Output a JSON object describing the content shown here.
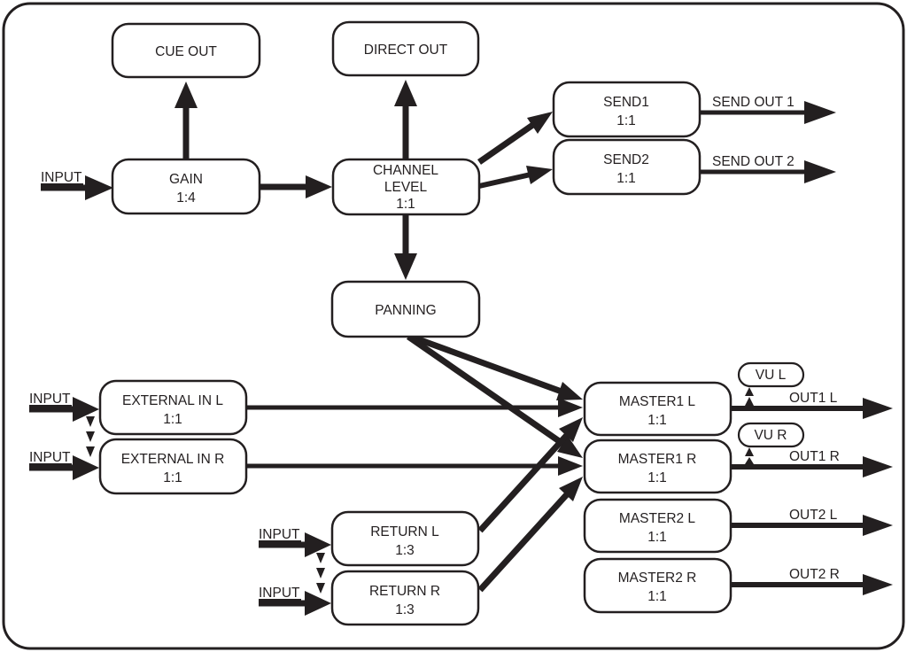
{
  "diagram": {
    "colors": {
      "ink": "#231f20",
      "box_fill": "#ffffff",
      "background": "#ffffff"
    },
    "nodes": {
      "cue_out": {
        "title": "CUE OUT"
      },
      "direct_out": {
        "title": "DIRECT OUT"
      },
      "gain": {
        "title": "GAIN",
        "ratio": "1:4"
      },
      "channel_level": {
        "title": "CHANNEL",
        "title2": "LEVEL",
        "ratio": "1:1"
      },
      "send1": {
        "title": "SEND1",
        "ratio": "1:1"
      },
      "send2": {
        "title": "SEND2",
        "ratio": "1:1"
      },
      "panning": {
        "title": "PANNING"
      },
      "external_in_l": {
        "title": "EXTERNAL IN L",
        "ratio": "1:1"
      },
      "external_in_r": {
        "title": "EXTERNAL IN R",
        "ratio": "1:1"
      },
      "return_l": {
        "title": "RETURN L",
        "ratio": "1:3"
      },
      "return_r": {
        "title": "RETURN R",
        "ratio": "1:3"
      },
      "master1_l": {
        "title": "MASTER1 L",
        "ratio": "1:1"
      },
      "master1_r": {
        "title": "MASTER1 R",
        "ratio": "1:1"
      },
      "master2_l": {
        "title": "MASTER2 L",
        "ratio": "1:1"
      },
      "master2_r": {
        "title": "MASTER2 R",
        "ratio": "1:1"
      },
      "vu_l": {
        "title": "VU L"
      },
      "vu_r": {
        "title": "VU R"
      }
    },
    "io_labels": {
      "input": "INPUT",
      "send_out_1": "SEND OUT 1",
      "send_out_2": "SEND OUT 2",
      "out1_l": "OUT1 L",
      "out1_r": "OUT1 R",
      "out2_l": "OUT2 L",
      "out2_r": "OUT2 R"
    },
    "connections": [
      {
        "from": "INPUT",
        "to": "GAIN"
      },
      {
        "from": "GAIN",
        "to": "CUE OUT"
      },
      {
        "from": "GAIN",
        "to": "CHANNEL LEVEL"
      },
      {
        "from": "CHANNEL LEVEL",
        "to": "DIRECT OUT"
      },
      {
        "from": "CHANNEL LEVEL",
        "to": "SEND1"
      },
      {
        "from": "CHANNEL LEVEL",
        "to": "SEND2"
      },
      {
        "from": "CHANNEL LEVEL",
        "to": "PANNING"
      },
      {
        "from": "SEND1",
        "to": "SEND OUT 1"
      },
      {
        "from": "SEND2",
        "to": "SEND OUT 2"
      },
      {
        "from": "INPUT",
        "to": "EXTERNAL IN L"
      },
      {
        "from": "INPUT",
        "to": "EXTERNAL IN R"
      },
      {
        "from": "INPUT",
        "to": "RETURN L"
      },
      {
        "from": "INPUT",
        "to": "RETURN R"
      },
      {
        "from": "PANNING",
        "to": "MASTER1 L"
      },
      {
        "from": "PANNING",
        "to": "MASTER1 R"
      },
      {
        "from": "EXTERNAL IN L",
        "to": "MASTER1 L"
      },
      {
        "from": "EXTERNAL IN R",
        "to": "MASTER1 R"
      },
      {
        "from": "RETURN L",
        "to": "MASTER1 L"
      },
      {
        "from": "RETURN R",
        "to": "MASTER1 R"
      },
      {
        "from": "MASTER1 L",
        "to": "OUT1 L"
      },
      {
        "from": "MASTER1 R",
        "to": "OUT1 R"
      },
      {
        "from": "MASTER2 L",
        "to": "OUT2 L"
      },
      {
        "from": "MASTER2 R",
        "to": "OUT2 R"
      },
      {
        "from": "MASTER1 L",
        "to": "VU L",
        "style": "dashed"
      },
      {
        "from": "MASTER1 R",
        "to": "VU R",
        "style": "dashed"
      }
    ]
  }
}
